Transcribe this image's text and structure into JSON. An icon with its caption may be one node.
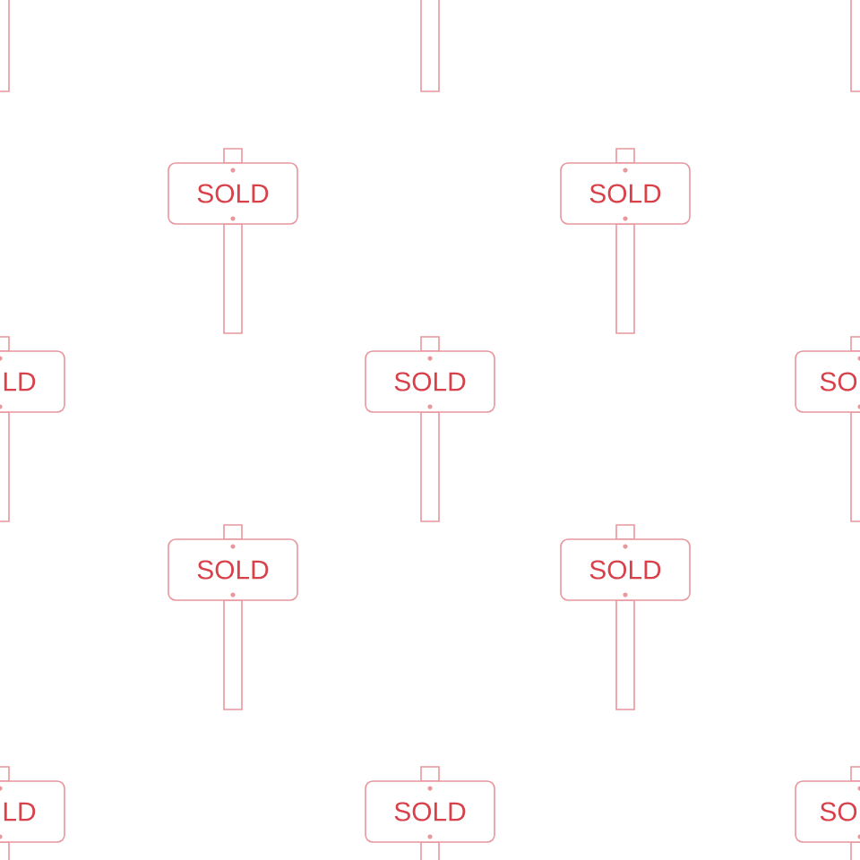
{
  "diagram": {
    "nodes": [
      {
        "text": [
          "SOLD"
        ]
      },
      {
        "text": [
          "SOLD"
        ]
      },
      {
        "text": [
          "LD"
        ]
      },
      {
        "text": [
          "SOLD"
        ]
      },
      {
        "text": [
          "SO"
        ]
      },
      {
        "text": [
          "SOLD"
        ]
      },
      {
        "text": [
          "SOLD"
        ]
      },
      {
        "text": [
          "LD"
        ]
      },
      {
        "text": [
          "SOLD"
        ]
      },
      {
        "text": [
          "SO"
        ]
      }
    ]
  }
}
